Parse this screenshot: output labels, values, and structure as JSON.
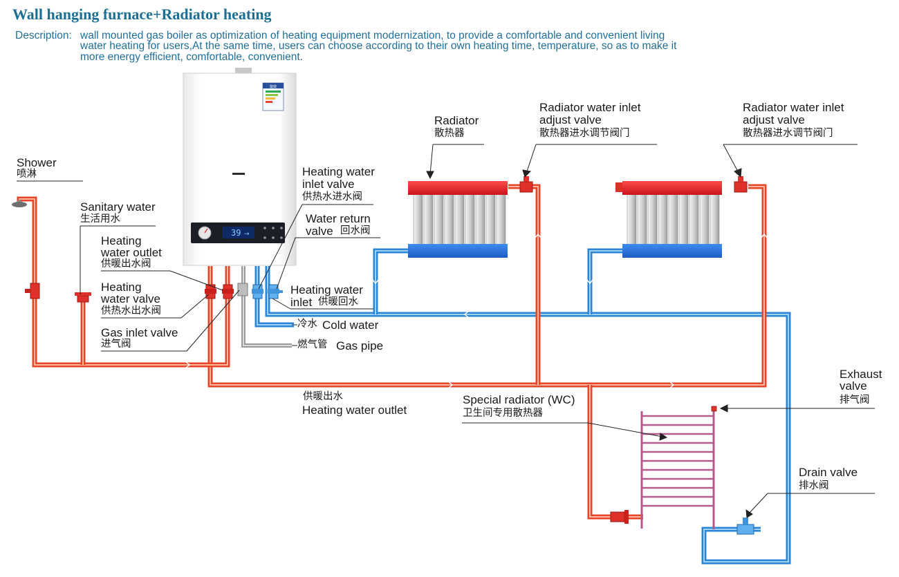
{
  "title": "Wall hanging furnace+Radiator heating",
  "description": {
    "label": "Description:",
    "line1": "wall mounted gas boiler as optimization of heating equipment modernization, to provide a comfortable and convenient living",
    "line2": "water heating for users,At the same time, users can choose according to their own heating time, temperature, so as to make it",
    "line3": "more energy efficient, comfortable, convenient."
  },
  "boiler": {
    "display": "39",
    "display_unit": "→",
    "brand_badge": "能效"
  },
  "labels": {
    "shower": {
      "en": "Shower",
      "zh": "喷淋"
    },
    "sanitary_water": {
      "en": "Sanitary water",
      "zh": "生活用水"
    },
    "heating_water_outlet_valve": {
      "en1": "Heating",
      "en2": "water outlet",
      "zh": "供暖出水阀"
    },
    "heating_water_valve": {
      "en1": "Heating",
      "en2": "water valve",
      "zh": "供热水出水阀"
    },
    "gas_inlet_valve": {
      "en": "Gas inlet valve",
      "zh": "进气阀"
    },
    "heating_water_inlet_valve": {
      "en1": "Heating water",
      "en2": "inlet valve",
      "zh": "供热水进水阀"
    },
    "water_return_valve": {
      "en1": "Water return",
      "en2": "valve",
      "zh": "回水阀"
    },
    "heating_water_inlet": {
      "en1": "Heating water",
      "en2": "inlet",
      "zh": "供暖回水"
    },
    "cold_water": {
      "zh": "冷水",
      "en": "Cold water"
    },
    "gas_pipe": {
      "zh": "燃气管",
      "en": "Gas pipe"
    },
    "heating_water_outlet": {
      "zh": "供暖出水",
      "en": "Heating water outlet"
    },
    "radiator": {
      "en": "Radiator",
      "zh": "散热器"
    },
    "radiator_inlet_valve_1": {
      "en1": "Radiator water inlet",
      "en2": "adjust valve",
      "zh": "散热器进水调节阀门"
    },
    "radiator_inlet_valve_2": {
      "en1": "Radiator water inlet",
      "en2": "adjust valve",
      "zh": "散热器进水调节阀门"
    },
    "special_radiator": {
      "en": "Special radiator (WC)",
      "zh": "卫生间专用散热器"
    },
    "exhaust_valve": {
      "en1": "Exhaust",
      "en2": "valve",
      "zh": "排气阀"
    },
    "drain_valve": {
      "en": "Drain valve",
      "zh": "排水阀"
    }
  },
  "colors": {
    "hot_pipe": "#e8462a",
    "cold_pipe": "#2b86d6",
    "gas_pipe": "#9a9a9a",
    "radiator_top": "#e0202a",
    "radiator_bottom": "#2a72d8",
    "towel_rail": "#b45a8c",
    "title": "#1b6f95"
  }
}
